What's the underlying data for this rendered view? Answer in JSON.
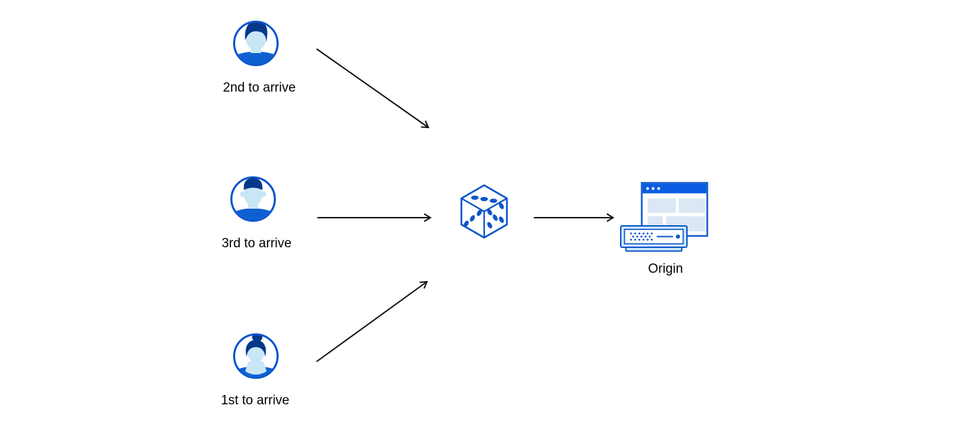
{
  "diagram": {
    "users": [
      {
        "label": "2nd to arrive",
        "avatar": "man-swept-hair-avatar"
      },
      {
        "label": "3rd to arrive",
        "avatar": "man-flat-hair-avatar"
      },
      {
        "label": "1st to arrive",
        "avatar": "woman-bun-avatar"
      }
    ],
    "router": {
      "icon": "dice-icon"
    },
    "origin": {
      "label": "Origin",
      "icon": "origin-server-browser-icon"
    }
  },
  "colors": {
    "blue": "#0b55cc",
    "hair": "#06388a",
    "skin": "#c9e6f7",
    "shirt": "#0e60d2",
    "bar": "#0a5ce0",
    "panel": "#dbe7f4",
    "srvlight": "#cfe7fb",
    "arrow": "#141414",
    "text": "#000000",
    "bg": "#ffffff"
  }
}
